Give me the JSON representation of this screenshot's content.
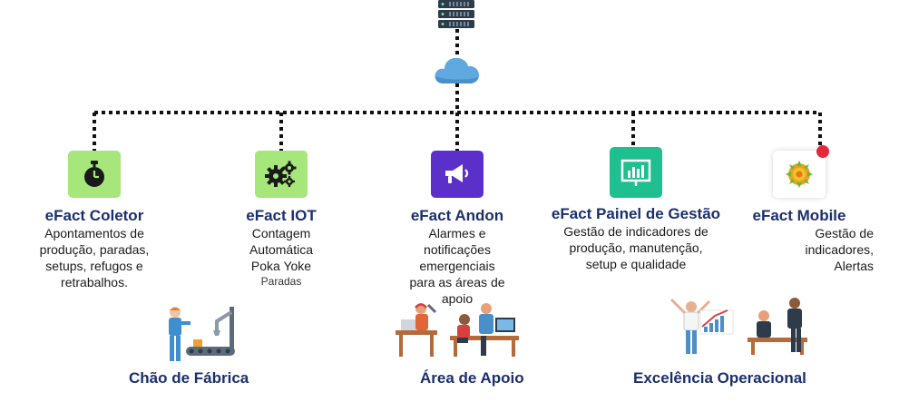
{
  "modules": [
    {
      "title": "eFact Coletor",
      "desc": "Apontamentos de\nprodução, paradas,\nsetups, refugos e\nretrabalhos.",
      "sub": "",
      "icon": "stopwatch-icon",
      "color": "#a6e67a"
    },
    {
      "title": "eFact IOT",
      "desc": "Contagem\nAutomática\nPoka Yoke",
      "sub": "Paradas",
      "icon": "gears-icon",
      "color": "#a6e67a"
    },
    {
      "title": "eFact Andon",
      "desc": "Alarmes e\nnotificações\nemergenciais\npara as áreas de\napoio",
      "sub": "",
      "icon": "megaphone-icon",
      "color": "#5b2fc9"
    },
    {
      "title": "eFact Painel de Gestão",
      "desc": "Gestão de indicadores de\nprodução, manutenção,\nsetup e qualidade",
      "sub": "",
      "icon": "chart-board-icon",
      "color": "#1fbf8f"
    },
    {
      "title": "eFact Mobile",
      "desc": "Gestão de\nindicadores,\nAlertas",
      "sub": "",
      "icon": "mobile-app-icon",
      "color": "#ffffff"
    }
  ],
  "areas": [
    {
      "label": "Chão de Fábrica"
    },
    {
      "label": "Área de Apoio"
    },
    {
      "label": "Excelência Operacional"
    }
  ],
  "colors": {
    "title_navy": "#1b2f6e",
    "cloud": "#5fa8e0",
    "dots": "#111111",
    "notification": "#e8283a"
  }
}
